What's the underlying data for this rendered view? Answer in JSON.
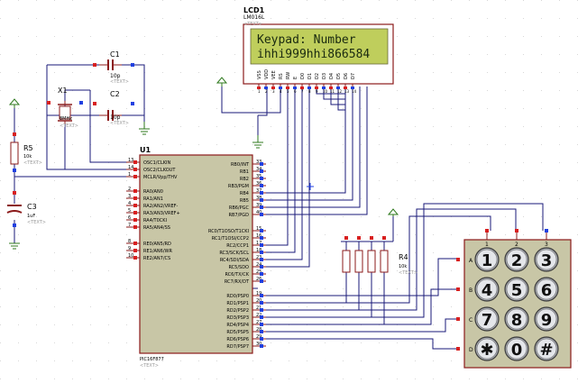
{
  "lcd": {
    "ref": "LCD1",
    "model": "LM016L",
    "text_tag": "<TEXT>",
    "line1": "Keypad: Number",
    "line2": "ihhi999hhi866584",
    "pins": [
      "VSS",
      "VDD",
      "VEE",
      "RS",
      "RW",
      "E",
      "D0",
      "D1",
      "D2",
      "D3",
      "D4",
      "D5",
      "D6",
      "D7"
    ],
    "pin_numbers": [
      "1",
      "2",
      "3",
      "4",
      "5",
      "6",
      "7",
      "8",
      "9",
      "10",
      "11",
      "12",
      "13",
      "14"
    ],
    "bg_color": "#bfce5c",
    "text_color": "#1a2a10"
  },
  "c1": {
    "ref": "C1",
    "value": "10p",
    "text_tag": "<TEXT>"
  },
  "c2": {
    "ref": "C2",
    "value": "10p",
    "text_tag": "<TEXT>"
  },
  "x1": {
    "ref": "X1",
    "value": "8MHz",
    "text_tag": "<TEXT>"
  },
  "r5": {
    "ref": "R5",
    "value": "10k",
    "text_tag": "<TEXT>"
  },
  "c3": {
    "ref": "C3",
    "value": "1uF",
    "text_tag": "<TEXT>"
  },
  "r4": {
    "ref": "R4",
    "value": "10k",
    "text_tag": "<TEXT>"
  },
  "mcu": {
    "ref": "U1",
    "model": "PIC16F877",
    "text_tag": "<TEXT>",
    "fill": "#c8c6a6",
    "left_pins": [
      {
        "name": "OSC1/CLKIN",
        "num": "13"
      },
      {
        "name": "OSC2/CLKOUT",
        "num": "14"
      },
      {
        "name": "MCLR/Vpp/THV",
        "num": "1"
      },
      {
        "name": "RA0/AN0",
        "num": "2"
      },
      {
        "name": "RA1/AN1",
        "num": "3"
      },
      {
        "name": "RA2/AN2/VREF-",
        "num": "4"
      },
      {
        "name": "RA3/AN3/VREF+",
        "num": "5"
      },
      {
        "name": "RA4/T0CKI",
        "num": "6"
      },
      {
        "name": "RA5/AN4/SS",
        "num": "7"
      },
      {
        "name": "RE0/AN5/RD",
        "num": "8"
      },
      {
        "name": "RE1/AN6/WR",
        "num": "9"
      },
      {
        "name": "RE2/AN7/CS",
        "num": "10"
      }
    ],
    "right_pins_b": [
      {
        "name": "RB0/INT",
        "num": "33"
      },
      {
        "name": "RB1",
        "num": "34"
      },
      {
        "name": "RB2",
        "num": "35"
      },
      {
        "name": "RB3/PGM",
        "num": "36"
      },
      {
        "name": "RB4",
        "num": "37"
      },
      {
        "name": "RB5",
        "num": "38"
      },
      {
        "name": "RB6/PGC",
        "num": "39"
      },
      {
        "name": "RB7/PGD",
        "num": "40"
      }
    ],
    "right_pins_c": [
      {
        "name": "RC0/T1OSO/T1CKI",
        "num": "15"
      },
      {
        "name": "RC1/T1OSI/CCP2",
        "num": "16"
      },
      {
        "name": "RC2/CCP1",
        "num": "17"
      },
      {
        "name": "RC3/SCK/SCL",
        "num": "18"
      },
      {
        "name": "RC4/SDI/SDA",
        "num": "23"
      },
      {
        "name": "RC5/SDO",
        "num": "24"
      },
      {
        "name": "RC6/TX/CK",
        "num": "25"
      },
      {
        "name": "RC7/RX/DT",
        "num": "26"
      }
    ],
    "right_pins_d": [
      {
        "name": "RD0/PSP0",
        "num": "19"
      },
      {
        "name": "RD1/PSP1",
        "num": "20"
      },
      {
        "name": "RD2/PSP2",
        "num": "21"
      },
      {
        "name": "RD3/PSP3",
        "num": "22"
      },
      {
        "name": "RD4/PSP4",
        "num": "27"
      },
      {
        "name": "RD5/PSP5",
        "num": "28"
      },
      {
        "name": "RD6/PSP6",
        "num": "29"
      },
      {
        "name": "RD7/PSP7",
        "num": "30"
      }
    ]
  },
  "keypad": {
    "rows": [
      "A",
      "B",
      "C",
      "D"
    ],
    "cols": [
      "1",
      "2",
      "3"
    ],
    "keys": [
      "1",
      "2",
      "3",
      "4",
      "5",
      "6",
      "7",
      "8",
      "9",
      "✱",
      "0",
      "#"
    ]
  },
  "colors": {
    "wire": "#1a1a78",
    "power": "#2f7a1e",
    "part": "#8b1a1a",
    "pin_red": "#d82020",
    "pin_blue": "#2040e0",
    "ref_text": "#000000"
  }
}
